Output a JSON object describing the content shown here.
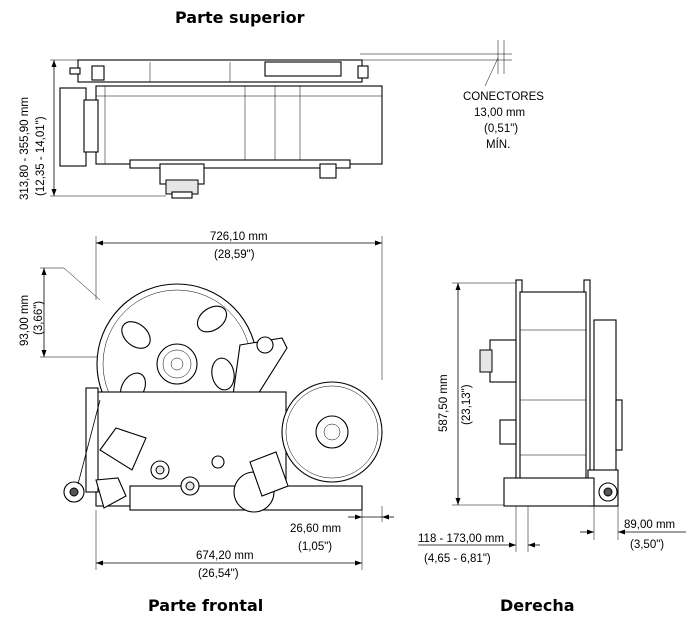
{
  "views": {
    "top": {
      "title": "Parte superior"
    },
    "front": {
      "title": "Parte frontal"
    },
    "right": {
      "title": "Derecha"
    }
  },
  "connectors": {
    "label": "CONECTORES",
    "mm": "13,00 mm",
    "inch": "(0,51\")",
    "min": "MÍN."
  },
  "dimensions": {
    "top_height_mm": "313,80 - 355,90 mm",
    "top_height_in": "(12,35 - 14,01\")",
    "front_width_mm": "726,10 mm",
    "front_width_in": "(28,59\")",
    "front_offset_mm": "93,00 mm",
    "front_offset_in": "(3,66\")",
    "front_right_mm": "26,60 mm",
    "front_right_in": "(1,05\")",
    "front_base_mm": "674,20 mm",
    "front_base_in": "(26,54\")",
    "side_height_mm": "587,50 mm",
    "side_height_in": "(23,13\")",
    "side_depth_mm": "118 - 173,00 mm",
    "side_depth_in": "(4,65 - 6,81\")",
    "side_right_mm": "89,00 mm",
    "side_right_in": "(3,50\")"
  }
}
